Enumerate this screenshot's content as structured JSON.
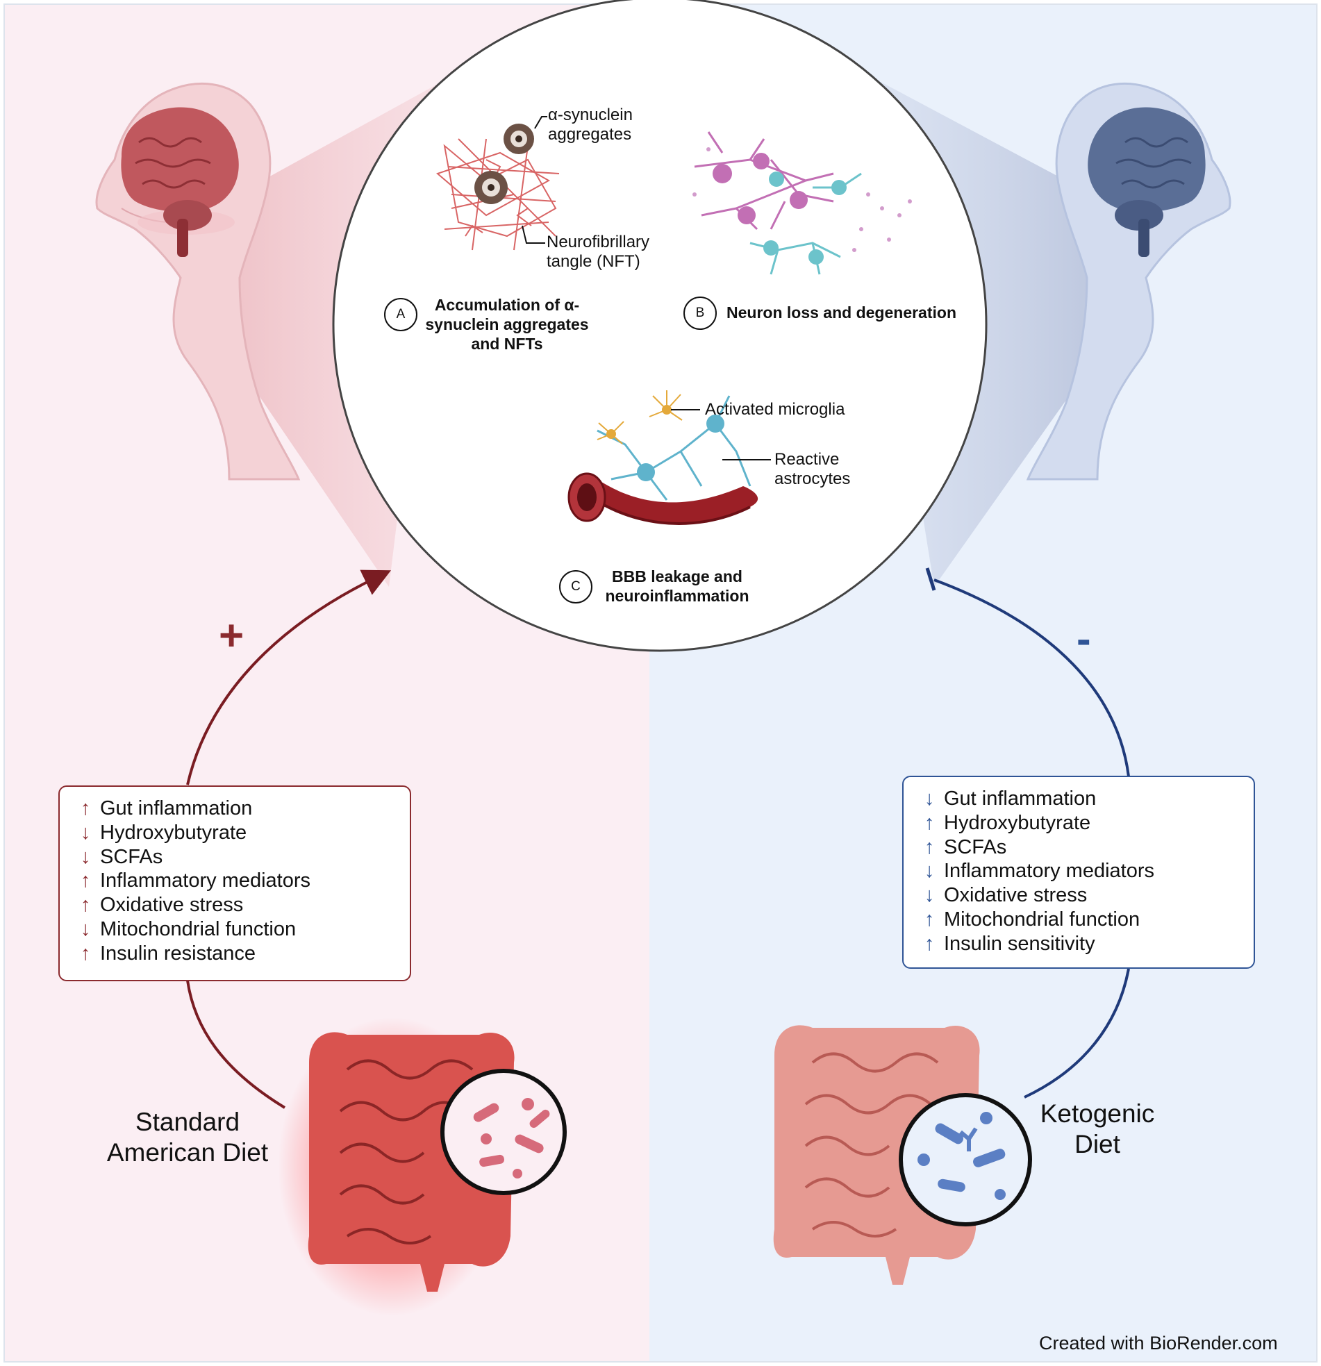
{
  "circle": {
    "panel_a": {
      "badge": "A",
      "title_lines": [
        "Accumulation of α-",
        "synuclein aggregates",
        "and  NFTs"
      ],
      "label_aggregates": [
        "α-synuclein",
        "aggregates"
      ],
      "label_nft": [
        "Neurofibrillary",
        "tangle (NFT)"
      ]
    },
    "panel_b": {
      "badge": "B",
      "title": "Neuron loss and degeneration"
    },
    "panel_c": {
      "badge": "C",
      "title_lines": [
        "BBB leakage and",
        "neuroinflammation"
      ],
      "label_microglia": "Activated microglia",
      "label_astrocytes": [
        "Reactive",
        "astrocytes"
      ]
    }
  },
  "left": {
    "sign": "+",
    "diet_lines": [
      "Standard",
      "American Diet"
    ],
    "effects": [
      {
        "arrow": "↑",
        "text": "Gut inflammation"
      },
      {
        "arrow": "↓",
        "text": "Hydroxybutyrate"
      },
      {
        "arrow": "↓",
        "text": "SCFAs"
      },
      {
        "arrow": "↑",
        "text": "Inflammatory mediators"
      },
      {
        "arrow": "↑",
        "text": "Oxidative stress"
      },
      {
        "arrow": "↓",
        "text": "Mitochondrial function"
      },
      {
        "arrow": "↑",
        "text": "Insulin resistance"
      }
    ]
  },
  "right": {
    "sign": "-",
    "diet_lines": [
      "Ketogenic",
      "Diet"
    ],
    "effects": [
      {
        "arrow": "↓",
        "text": "Gut inflammation"
      },
      {
        "arrow": "↑",
        "text": "Hydroxybutyrate"
      },
      {
        "arrow": "↑",
        "text": "SCFAs"
      },
      {
        "arrow": "↓",
        "text": "Inflammatory mediators"
      },
      {
        "arrow": "↓",
        "text": "Oxidative stress"
      },
      {
        "arrow": "↑",
        "text": "Mitochondrial function"
      },
      {
        "arrow": "↑",
        "text": "Insulin sensitivity"
      }
    ]
  },
  "credit": "Created with BioRender.com",
  "colors": {
    "left_bg": "#fbeef3",
    "right_bg": "#eaf1fb",
    "left_accent": "#7a1c22",
    "right_accent": "#1f3a7a",
    "brain_red": "#c0585e",
    "brain_blue": "#5a6e96"
  }
}
